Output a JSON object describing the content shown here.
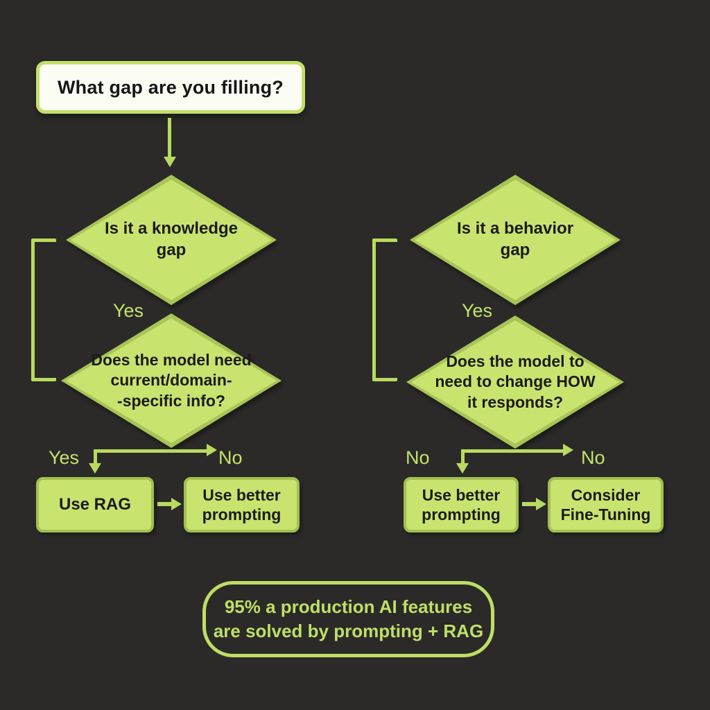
{
  "colors": {
    "background": "#2b2a28",
    "shape_fill": "#c9e36f",
    "shape_border": "#a8c457",
    "connector_green": "#b9da5f",
    "label_green": "#c5e36b",
    "shape_text": "#1b1b1b",
    "root_fill": "#fbfdf4",
    "root_border": "#c2e069",
    "footer_green": "#c0df67"
  },
  "root": {
    "question": "What gap are you filling?"
  },
  "left": {
    "decision1": {
      "lines": [
        "Is it a knowledge",
        "gap"
      ]
    },
    "yes_label": "Yes",
    "decision2": {
      "lines": [
        "Does the model need",
        "current/domain-",
        "-specific info?"
      ]
    },
    "branch_yes_label": "Yes",
    "branch_no_label": "No",
    "result_yes": {
      "label": "Use RAG"
    },
    "result_no": {
      "lines": [
        "Use better",
        "prompting"
      ]
    }
  },
  "right": {
    "decision1": {
      "lines": [
        "Is it a behavior",
        "gap"
      ]
    },
    "yes_label": "Yes",
    "decision2": {
      "lines": [
        "Does the model to",
        "need to change HOW",
        "it responds?"
      ]
    },
    "branch_no_left_label": "No",
    "branch_no_right_label": "No",
    "result_no_left": {
      "lines": [
        "Use better",
        "prompting"
      ]
    },
    "result_no_right": {
      "lines": [
        "Consider",
        "Fine-Tuning"
      ]
    }
  },
  "footer": {
    "lines": [
      "95% a production AI features",
      "are solved by prompting + RAG"
    ]
  }
}
